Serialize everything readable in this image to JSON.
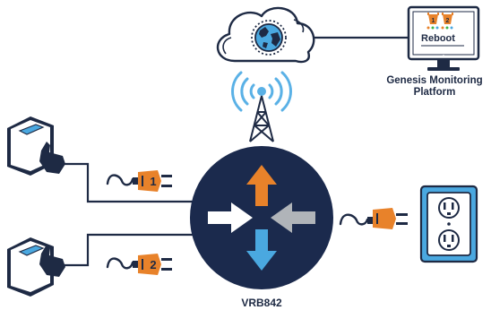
{
  "monitor": {
    "screen_button": "Reboot",
    "platform_name_line1": "Genesis Monitoring",
    "platform_name_line2": "Platform",
    "plug_icon_numbers": [
      "1",
      "2"
    ]
  },
  "router": {
    "label": "VRB842"
  },
  "plugs": [
    {
      "number": "1"
    },
    {
      "number": "2"
    }
  ],
  "colors": {
    "navy": "#1e2a44",
    "router_fill": "#1b2a4d",
    "orange": "#e8822a",
    "light_blue": "#4aa8e0",
    "wifi_blue": "#5ab1e6",
    "gray_arrow": "#b0b4b9"
  },
  "icons": [
    "cloud-icon",
    "globe-icon",
    "wifi-tower-icon",
    "monitor-icon",
    "kiosk-icon",
    "power-plug-icon",
    "wall-outlet-icon",
    "router-icon"
  ]
}
